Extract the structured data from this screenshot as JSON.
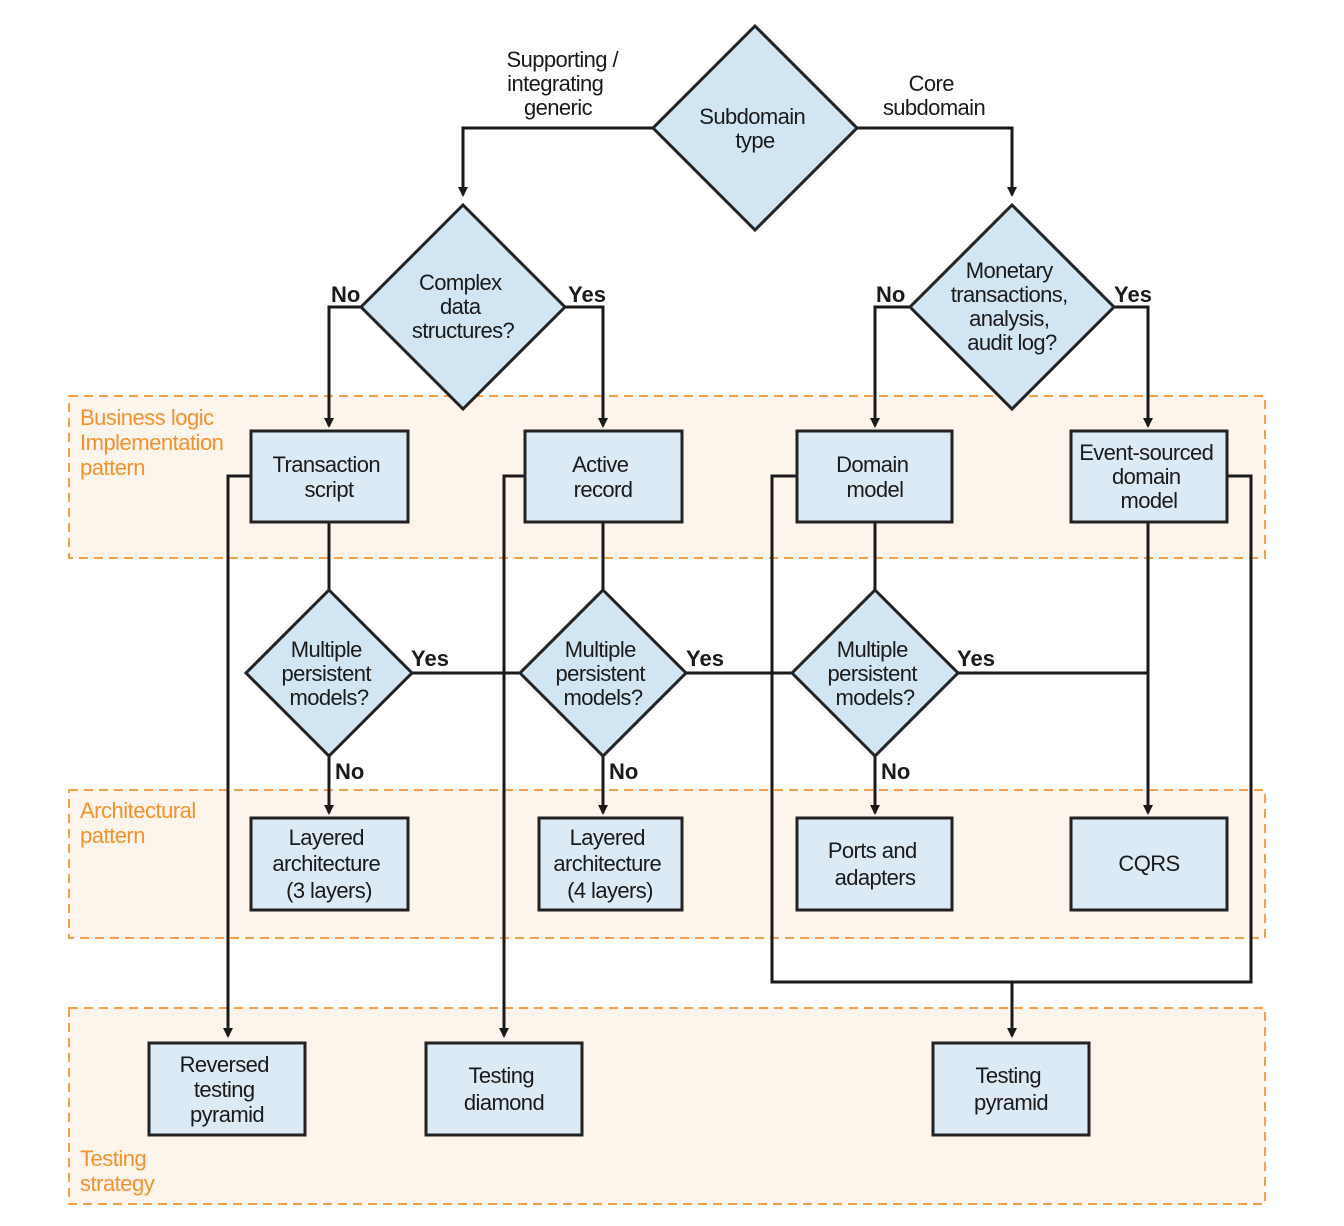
{
  "zones": {
    "business": [
      "Business logic",
      "Implementation",
      "pattern"
    ],
    "architecture": [
      "Architectural",
      "pattern"
    ],
    "testing": [
      "Testing",
      "strategy"
    ]
  },
  "decisions": {
    "subdomain_type": [
      "Subdomain",
      "type"
    ],
    "complex_data": [
      "Complex",
      "data",
      "structures?"
    ],
    "monetary": [
      "Monetary",
      "transactions,",
      "analysis,",
      "audit log?"
    ],
    "multiple_1": [
      "Multiple",
      "persistent",
      "models?"
    ],
    "multiple_2": [
      "Multiple",
      "persistent",
      "models?"
    ],
    "multiple_3": [
      "Multiple",
      "persistent",
      "models?"
    ]
  },
  "business_patterns": {
    "transaction_script": [
      "Transaction",
      "script"
    ],
    "active_record": [
      "Active",
      "record"
    ],
    "domain_model": [
      "Domain",
      "model"
    ],
    "event_sourced": [
      "Event-sourced",
      "domain",
      "model"
    ]
  },
  "architectural_patterns": {
    "layered_3": [
      "Layered",
      "architecture",
      "(3 layers)"
    ],
    "layered_4": [
      "Layered",
      "architecture",
      "(4 layers)"
    ],
    "ports_adapters": [
      "Ports and",
      "adapters"
    ],
    "cqrs": [
      "CQRS"
    ]
  },
  "testing_strategies": {
    "reversed_pyramid": [
      "Reversed",
      "testing",
      "pyramid"
    ],
    "diamond": [
      "Testing",
      "diamond"
    ],
    "pyramid": [
      "Testing",
      "pyramid"
    ]
  },
  "branch_labels": {
    "supporting": [
      "Supporting /",
      "integrating",
      "generic"
    ],
    "core": [
      "Core",
      "subdomain"
    ],
    "no_complex": "No",
    "yes_complex": "Yes",
    "no_monetary": "No",
    "yes_monetary": "Yes",
    "yes_multiple_1": "Yes",
    "yes_multiple_2": "Yes",
    "yes_multiple_3": "Yes",
    "no_multiple_1": "No",
    "no_multiple_2": "No",
    "no_multiple_3": "No"
  }
}
